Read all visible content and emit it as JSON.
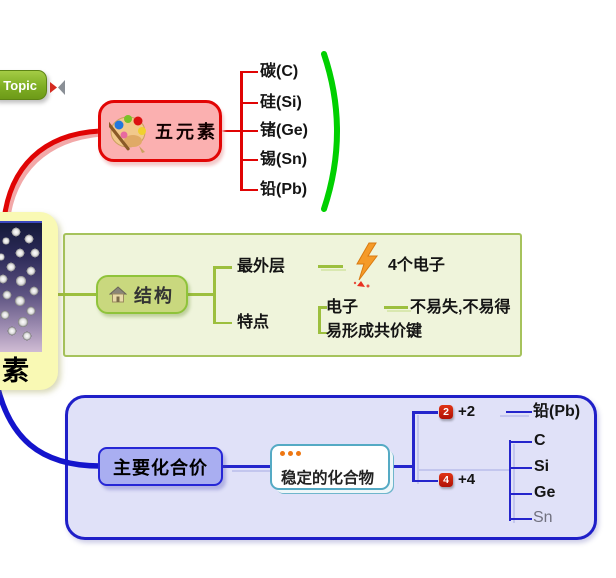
{
  "topic_button": {
    "label": "Topic"
  },
  "central": {
    "label": "素"
  },
  "five_elements": {
    "label": "五元素",
    "items": [
      "碳(C)",
      "硅(Si)",
      "锗(Ge)",
      "锡(Sn)",
      "铅(Pb)"
    ]
  },
  "structure": {
    "label": "结构",
    "outermost_label": "最外层",
    "electrons_label": "4个电子",
    "traits_label": "特点",
    "electron_label": "电子",
    "electron_note": "不易失,不易得",
    "covalent_label": "易形成共价键"
  },
  "valence": {
    "label": "主要化合价",
    "compound_label": "稳定的化合物",
    "plus2": {
      "badge": "2",
      "label": "+2",
      "child": "铅(Pb)"
    },
    "plus4": {
      "badge": "4",
      "label": "+4",
      "children": [
        "C",
        "Si",
        "Ge",
        "Sn"
      ]
    }
  },
  "icons": [
    "mindmanager-icon",
    "palette-icon",
    "house-icon",
    "lightning-icon",
    "note-dots-icon"
  ],
  "colors": {
    "branch_red": "#e00404",
    "node_pink": "#fbb0b0",
    "branch_green": "#9cbf3e",
    "boundary_green_fill": "#eff4db",
    "boundary_green_border": "#a6c35c",
    "node_green": "#c9d87e",
    "bracket_green": "#00d000",
    "branch_blue": "#2525cc",
    "boundary_blue_fill": "#e0e1f8",
    "node_blue": "#a9aef1",
    "compound_border_teal": "#55aac4",
    "badge_red": "#c41208",
    "central_yellow": "#f9f9b4",
    "topic_button_green": "#7fae24",
    "note_dot_orange": "#ee7712"
  }
}
